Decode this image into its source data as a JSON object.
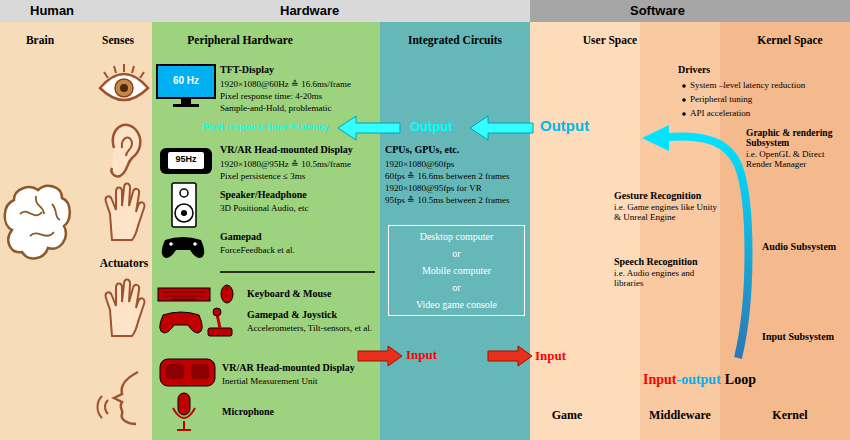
{
  "diagram": {
    "nodes": [
      {
        "text": [
          "Human"
        ]
      },
      {
        "text": [
          "Hardware"
        ]
      },
      {
        "text": [
          "Software"
        ]
      },
      {
        "text": [
          "Brain",
          "Senses",
          "Actuators"
        ]
      },
      {
        "text": [
          "Peripheral Hardware"
        ]
      },
      {
        "text": [
          "Integrated Circuits"
        ]
      },
      {
        "text": [
          "Desktop computer",
          "or",
          "Mobile computer",
          "or",
          "Video game console"
        ],
        "in": 5
      },
      {
        "text": [
          "User Space",
          "Game",
          "Middleware"
        ]
      },
      {
        "text": [
          "Kernel Space",
          "Kernel"
        ]
      }
    ],
    "labels": [
      "60 Hz",
      "TFT-Display",
      "1920×1080@60Hz ≙ 16.6ms/frame",
      "Pixel response time: 4-20ms",
      "Sample-and-Hold, problematic",
      "Pixel response time + latency",
      "95Hz",
      "VR/AR Head-mounted Display",
      "1920×1080@95Hz ≙ 10.5ms/frame",
      "Pixel persistence ≤ 3ms",
      "Speaker/Headphone",
      "3D Positional Audio, etc",
      "Gamepad",
      "ForceFeedback et al.",
      "Keyboard & Mouse",
      "Gamepad & Joystick",
      "Accelerometers, Tilt-sensors, et al.",
      "VR/AR Head-mounted Display",
      "Inertial Measurement Unit",
      "Microphone",
      "Output",
      "CPUs, GPUs, etc.",
      "1920×1080@60fps",
      "60fps ≙ 16.6ms between 2 frames",
      "1920×1080@95fps for VR",
      "95fps ≙ 10.5ms between 2 frames",
      "Input",
      "Output",
      "Drivers",
      "System –level latency reduction",
      "Peripheral tuning",
      "API acceleration",
      "Graphic & rendering Subsystem",
      "i.e. OpenGL & Direct Render Manager",
      "Gesture Recognition",
      "i.e. Game engines like Unity & Unreal Engine",
      "Audio Subsystem",
      "Speech Recognition",
      "i.e. Audio engines and libraries",
      "Input Subsystem",
      "Input",
      "Input",
      "-output",
      "Loop"
    ]
  }
}
